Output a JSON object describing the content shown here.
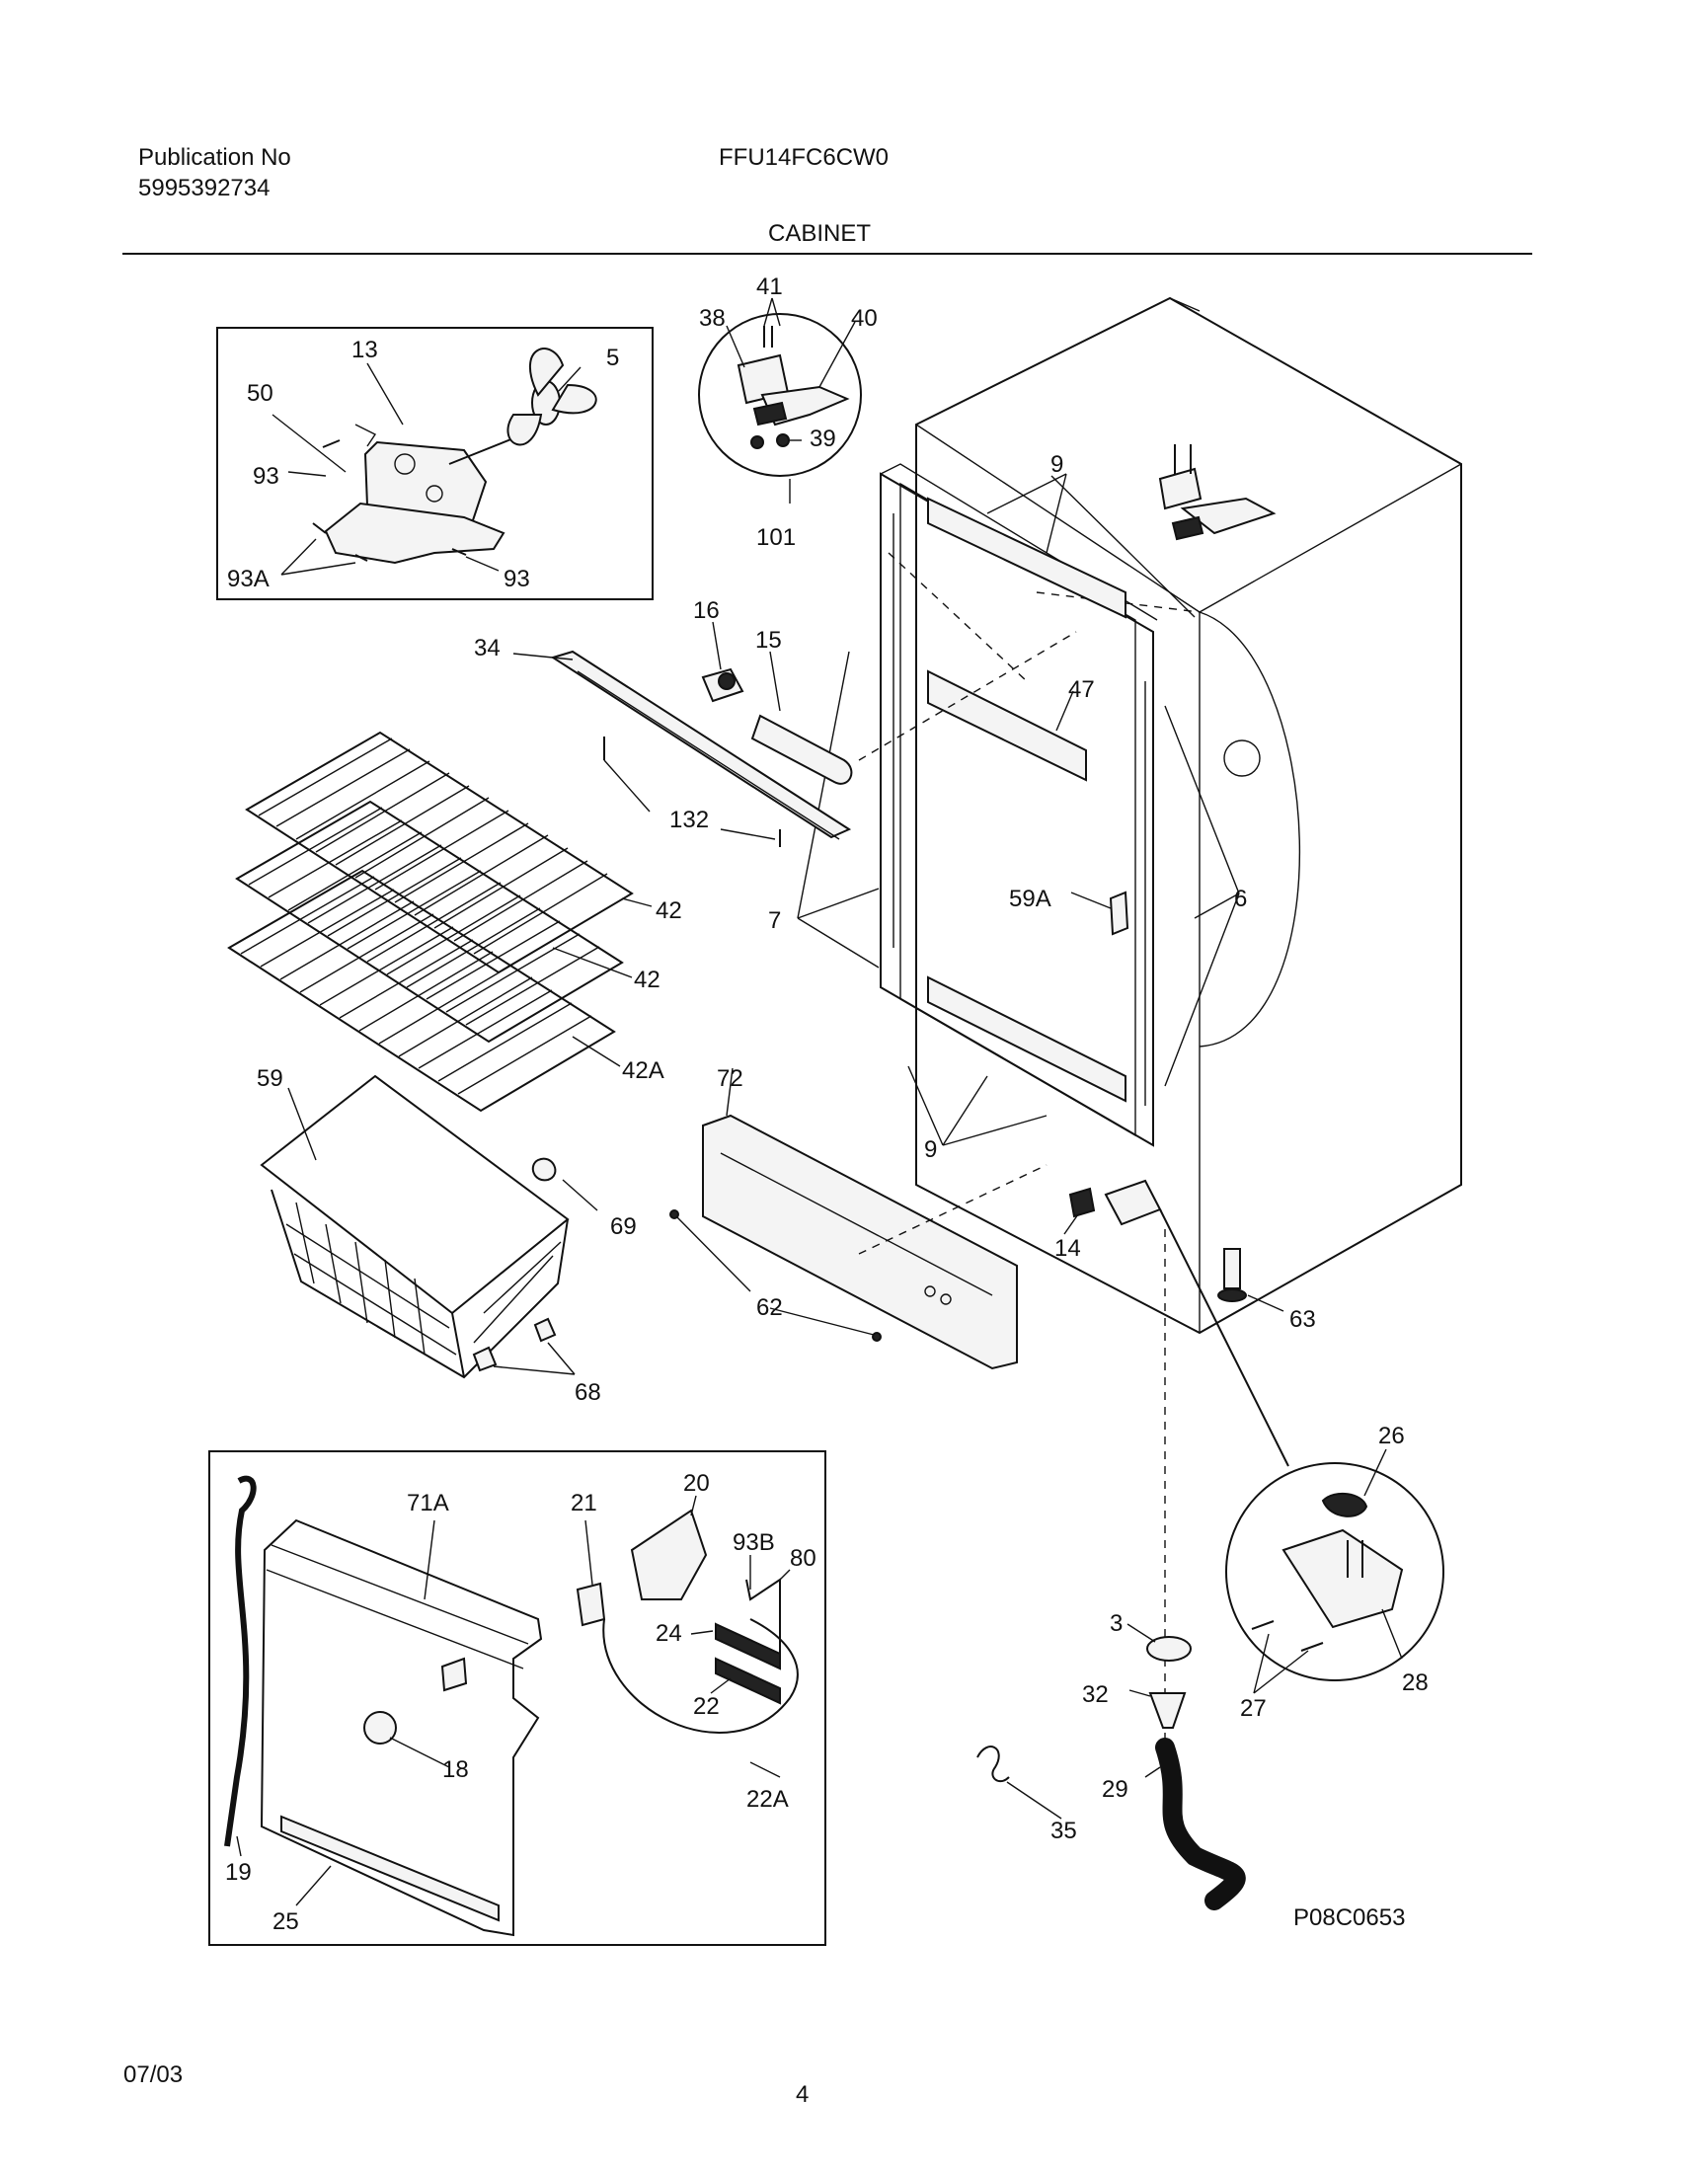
{
  "header": {
    "publication_label": "Publication No",
    "publication_number": "5995392734",
    "model": "FFU14FC6CW0",
    "section_title": "CABINET"
  },
  "footer": {
    "date": "07/03",
    "page_number": "4"
  },
  "diagram": {
    "figure_code": "P08C0653",
    "callouts": [
      "13",
      "5",
      "50",
      "93",
      "93A",
      "93",
      "41",
      "38",
      "40",
      "39",
      "101",
      "9",
      "16",
      "15",
      "34",
      "47",
      "132",
      "42",
      "42",
      "42A",
      "59A",
      "7",
      "6",
      "59",
      "72",
      "69",
      "9",
      "14",
      "62",
      "63",
      "68",
      "26",
      "20",
      "71A",
      "21",
      "93B",
      "80",
      "24",
      "22",
      "3",
      "32",
      "18",
      "22A",
      "29",
      "28",
      "27",
      "35",
      "19",
      "25"
    ]
  }
}
